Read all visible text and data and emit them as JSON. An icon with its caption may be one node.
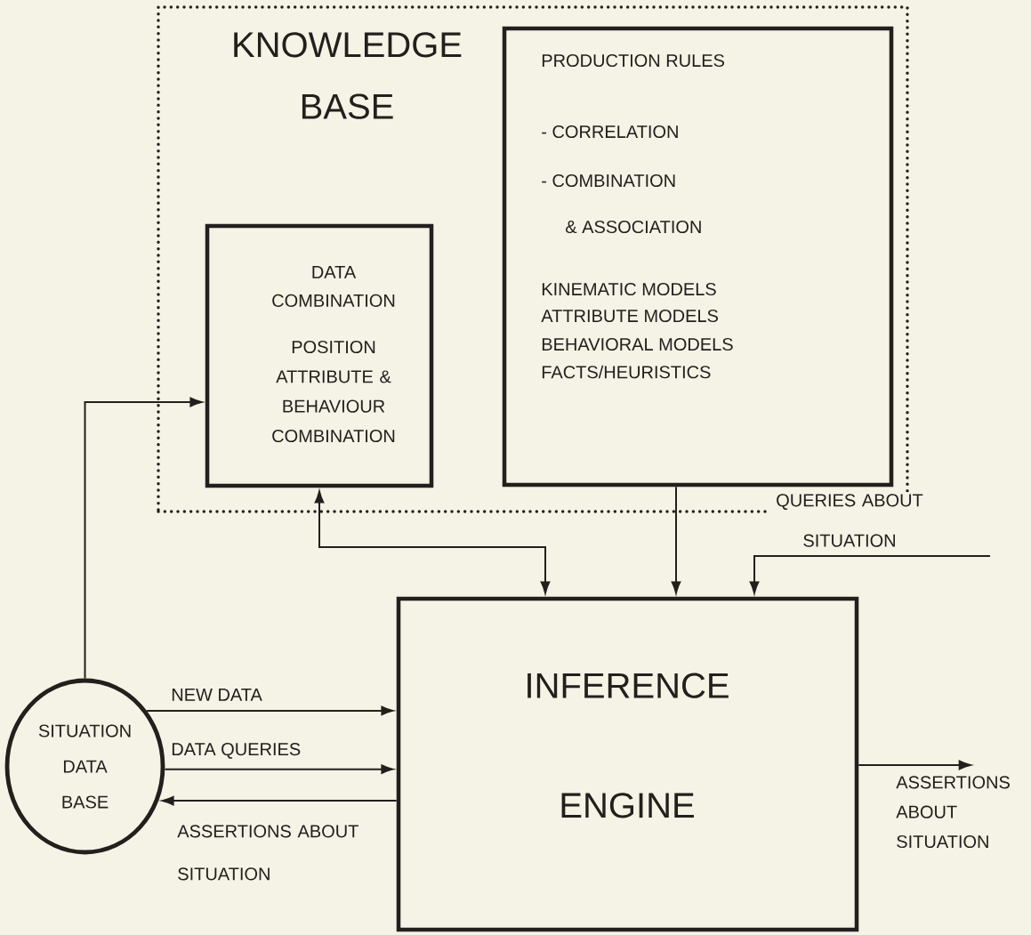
{
  "diagram": {
    "nodes": [
      {
        "text": [
          "KNOWLEDGE BASE"
        ]
      },
      {
        "text": [
          "DATA COMBINATION",
          "POSITION ATTRIBUTE & BEHAVIOUR COMBINATION"
        ],
        "in": 0
      },
      {
        "text": [
          "PRODUCTION RULES",
          "- CORRELATION",
          "- COMBINATION",
          "& ASSOCIATION",
          "KINEMATIC MODELS",
          "ATTRIBUTE MODELS",
          "BEHAVIORAL MODELS",
          "FACTS/HEURISTICS"
        ],
        "in": 0
      },
      {
        "text": [
          "INFERENCE ENGINE"
        ]
      },
      {
        "text": [
          "SITUATION DATA BASE"
        ]
      }
    ],
    "edges": [
      {
        "from": 4,
        "to": 1,
        "arrow": "to"
      },
      {
        "from": 1,
        "to": 3,
        "arrow": "both"
      },
      {
        "from": 2,
        "to": 3,
        "arrow": "to"
      },
      {
        "from": null,
        "to": 3,
        "arrow": "to",
        "label": "QUERIES ABOUT SITUATION"
      },
      {
        "from": 4,
        "to": 3,
        "arrow": "to",
        "label": "NEW DATA"
      },
      {
        "from": 4,
        "to": 3,
        "arrow": "to",
        "label": "DATA QUERIES"
      },
      {
        "from": 3,
        "to": 4,
        "arrow": "to",
        "label": "ASSERTIONS ABOUT SITUATION"
      },
      {
        "from": 3,
        "to": null,
        "arrow": "to",
        "label": "ASSERTIONS ABOUT SITUATION"
      }
    ]
  }
}
